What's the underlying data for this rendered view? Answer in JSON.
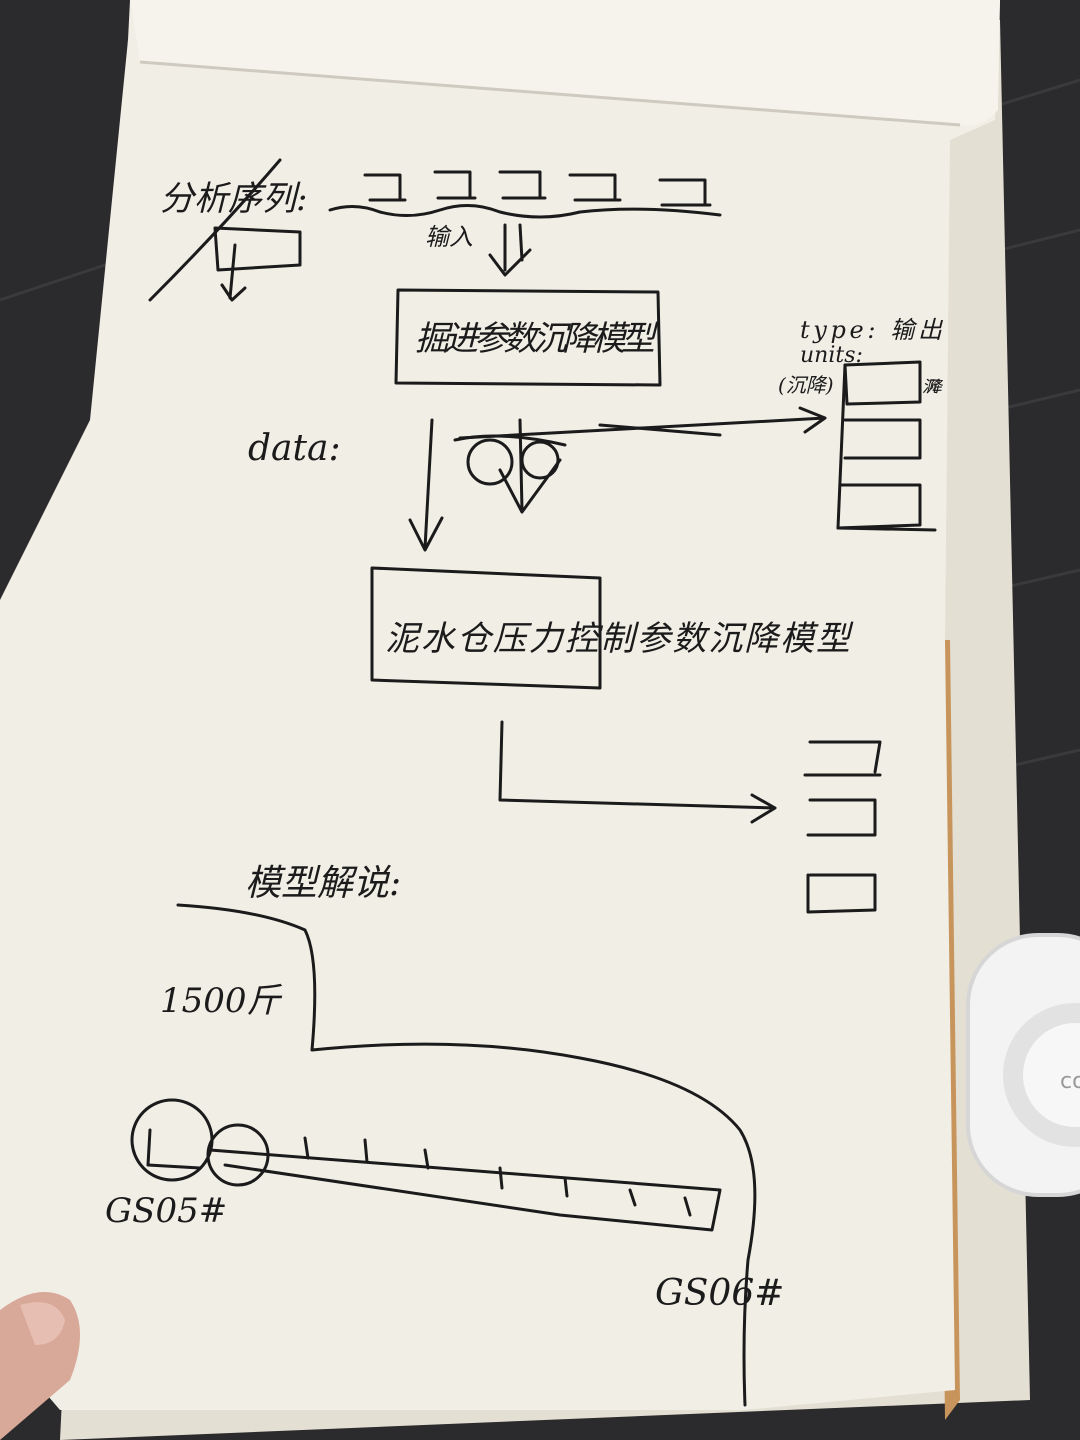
{
  "image_kind": "photo of a hand-drawn notebook sketch",
  "colors": {
    "desk": "#2b2a2c",
    "paper": "#f1eee6",
    "ink": "#1b1b1b",
    "skin": "#d8a898",
    "device": "#e9e9e9"
  },
  "sketch": {
    "top_label": "分析序列:",
    "input_label": "输入",
    "model_box_1": "掘进参数沉降模型",
    "data_label": "data:",
    "output_type": "type: 输出",
    "output_units": "units:",
    "output_side_left": "(沉降)",
    "output_side_right": "沉降",
    "model_box_2": "泥水仓压力控制参数沉降模型",
    "explanation_label": "模型解说:",
    "depth_label": "1500斤",
    "start_point": "GS05#",
    "end_point": "GS06#"
  },
  "device_label": "co"
}
